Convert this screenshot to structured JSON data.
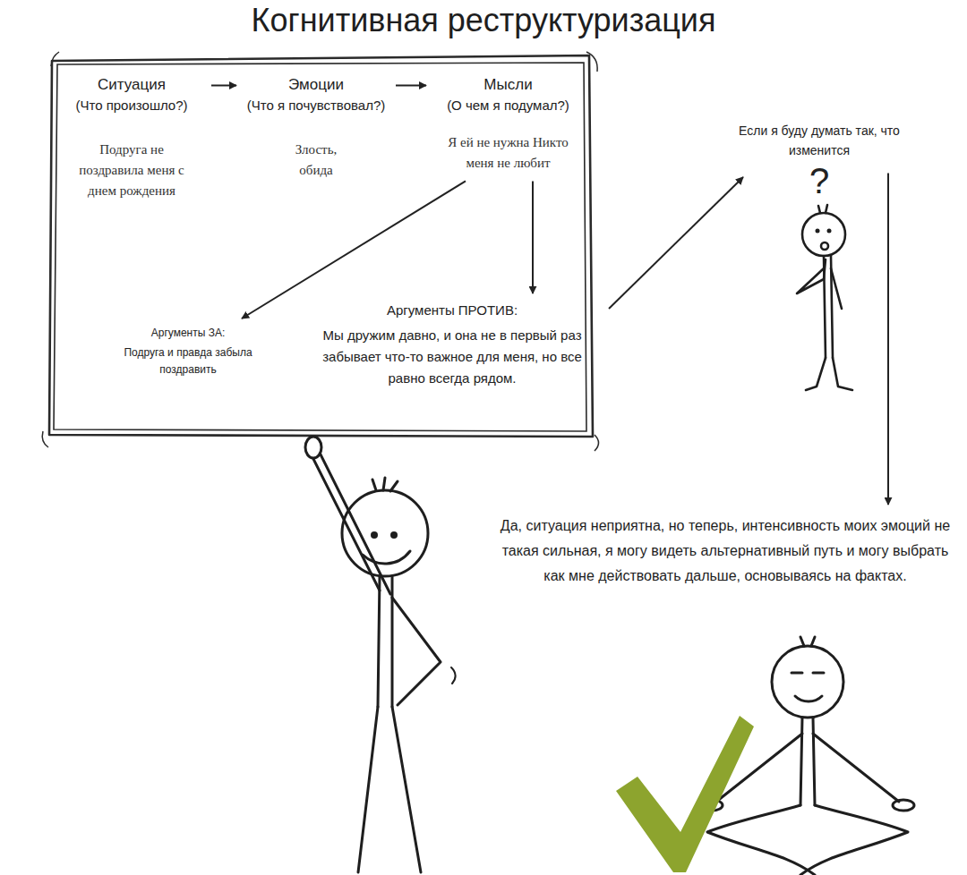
{
  "diagram": {
    "title": "Когнитивная реструктуризация",
    "nodes": [
      {
        "text": [
          "Ситуация",
          "(Что произошло?)",
          "Подруга не поздравила меня с днем рождения"
        ]
      },
      {
        "text": [
          "Эмоции",
          "(Что я почувствовал?)",
          "Злость, обида"
        ]
      },
      {
        "text": [
          "Мысли",
          "(О чем я подумал?)",
          "Я ей не нужна Никто меня не любит"
        ]
      },
      {
        "text": [
          "Аргументы ЗА:",
          "Подруга и правда забыла поздравить"
        ]
      },
      {
        "text": [
          "Аргументы ПРОТИВ:",
          "Мы дружим давно, и она не в первый раз забывает что-то важное для меня, но все равно всегда рядом."
        ]
      },
      {
        "text": [
          "Если я буду думать так, что изменится"
        ]
      },
      {
        "text": [
          "Да, ситуация неприятна, но теперь, интенсивность моих эмоций не такая сильная, я могу видеть альтернативный путь и могу выбрать как мне действовать дальше, основываясь на фактах."
        ]
      }
    ],
    "edges": [
      {
        "from": 0,
        "to": 1,
        "arrow": "to"
      },
      {
        "from": 1,
        "to": 2,
        "arrow": "to"
      },
      {
        "from": 2,
        "to": 3,
        "arrow": "to"
      },
      {
        "from": 2,
        "to": 4,
        "arrow": "to"
      },
      {
        "from": 5,
        "to": 6,
        "arrow": "to"
      }
    ],
    "labels": [
      "?"
    ]
  }
}
